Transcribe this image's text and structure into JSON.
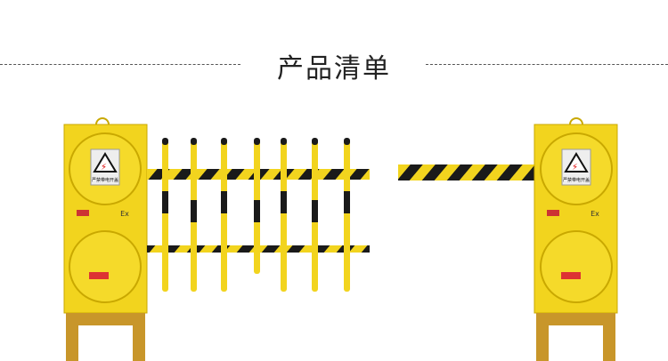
{
  "header": {
    "title": "产品清单"
  },
  "product": {
    "warning_label": "严禁带电开盖",
    "ex_mark": "Ex",
    "colors": {
      "cabinet": "#f2d41e",
      "stripe_dark": "#1a1a1a",
      "base": "#c8962a"
    }
  }
}
